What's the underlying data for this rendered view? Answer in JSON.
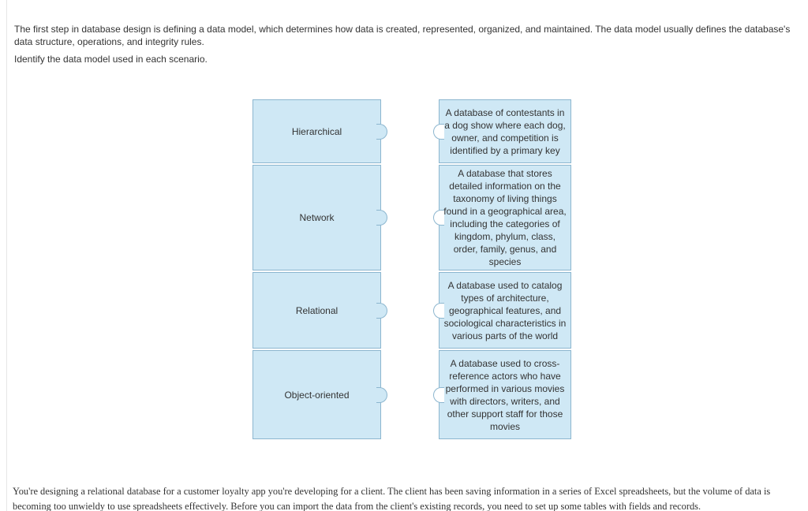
{
  "intro": {
    "line1": "The first step in database design is defining a data model, which determines how data is created, represented, organized, and maintained. The data model usually defines the database's",
    "line2": "data structure, operations, and integrity rules.",
    "instruction": "Identify the data model used in each scenario."
  },
  "models": [
    {
      "label": "Hierarchical"
    },
    {
      "label": "Network"
    },
    {
      "label": "Relational"
    },
    {
      "label": "Object-oriented"
    }
  ],
  "scenarios": [
    {
      "text": "A database of contestants in a dog show where each dog, owner, and competition is identified by a primary key"
    },
    {
      "text": "A database that stores detailed information on the taxonomy of living things found in a geographical area, including the categories of kingdom, phylum, class, order, family, genus, and species"
    },
    {
      "text": "A database used to catalog types of architecture, geographical features, and sociological characteristics in various parts of the world"
    },
    {
      "text": "A database used to cross-reference actors who have performed in various movies with directors, writers, and other support staff for those movies"
    }
  ],
  "next_question": {
    "line1": "You're designing a relational database for a customer loyalty app you're developing for a client. The client has been saving information in a series of Excel spreadsheets, but the volume of data is",
    "line2": "becoming too unwieldy to use spreadsheets effectively. Before you can import the data from the client's existing records, you need to set up some tables with fields and records."
  },
  "colors": {
    "tile_fill": "#cfe8f5",
    "tile_border": "#8cb6cf",
    "text": "#333333"
  }
}
